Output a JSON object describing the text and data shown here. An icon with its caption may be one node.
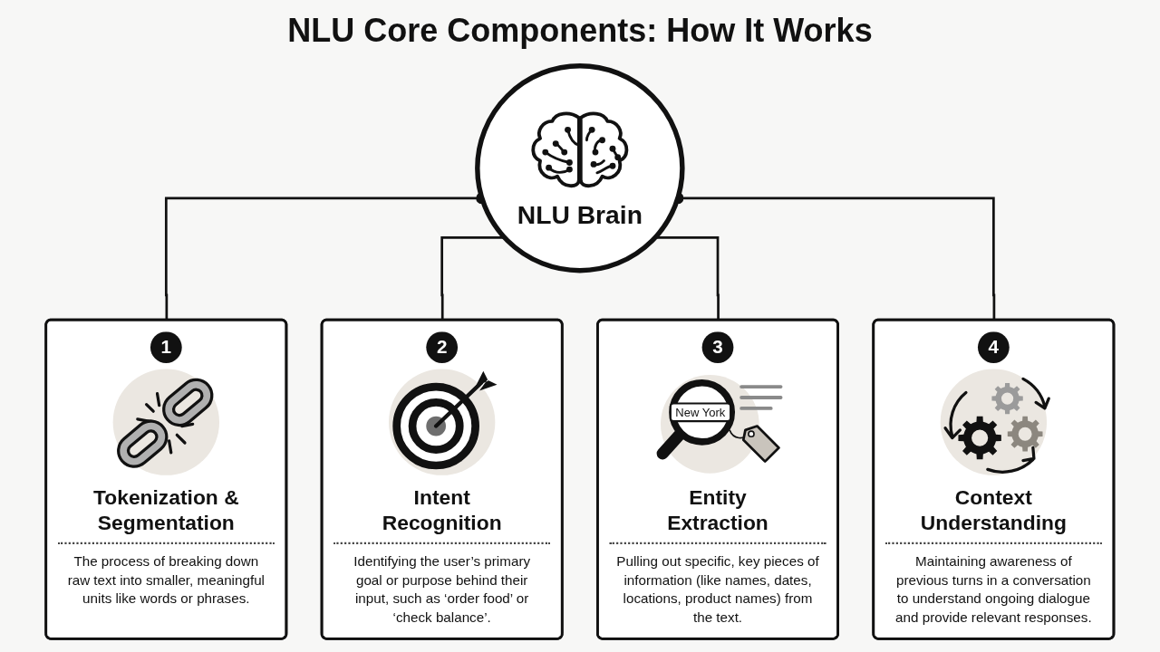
{
  "diagram": {
    "title": "NLU Core Components: How It Works",
    "nodes": [
      {
        "text": [
          "NLU Brain"
        ]
      },
      {
        "text": [
          "1",
          "Tokenization & Segmentation",
          "The process of breaking down raw text into smaller, meaningful units like words or phrases."
        ]
      },
      {
        "text": [
          "2",
          "Intent Recognition",
          "Identifying the user’s primary goal or purpose behind their input, such as ‘order food’ or ‘check balance’."
        ]
      },
      {
        "text": [
          "3",
          "New York",
          "Entity Extraction",
          "Pulling out specific, key pieces of information (like names, dates, locations, product names) from the text."
        ]
      },
      {
        "text": [
          "4",
          "Context Understanding",
          "Maintaining awareness of previous turns in a conversation to understand ongoing dialogue and provide relevant responses."
        ]
      }
    ],
    "edges": [
      {
        "from": 0,
        "to": 1,
        "arrow": "other"
      },
      {
        "from": 0,
        "to": 2,
        "arrow": "none"
      },
      {
        "from": 0,
        "to": 3,
        "arrow": "none"
      },
      {
        "from": 0,
        "to": 4,
        "arrow": "other"
      }
    ]
  }
}
